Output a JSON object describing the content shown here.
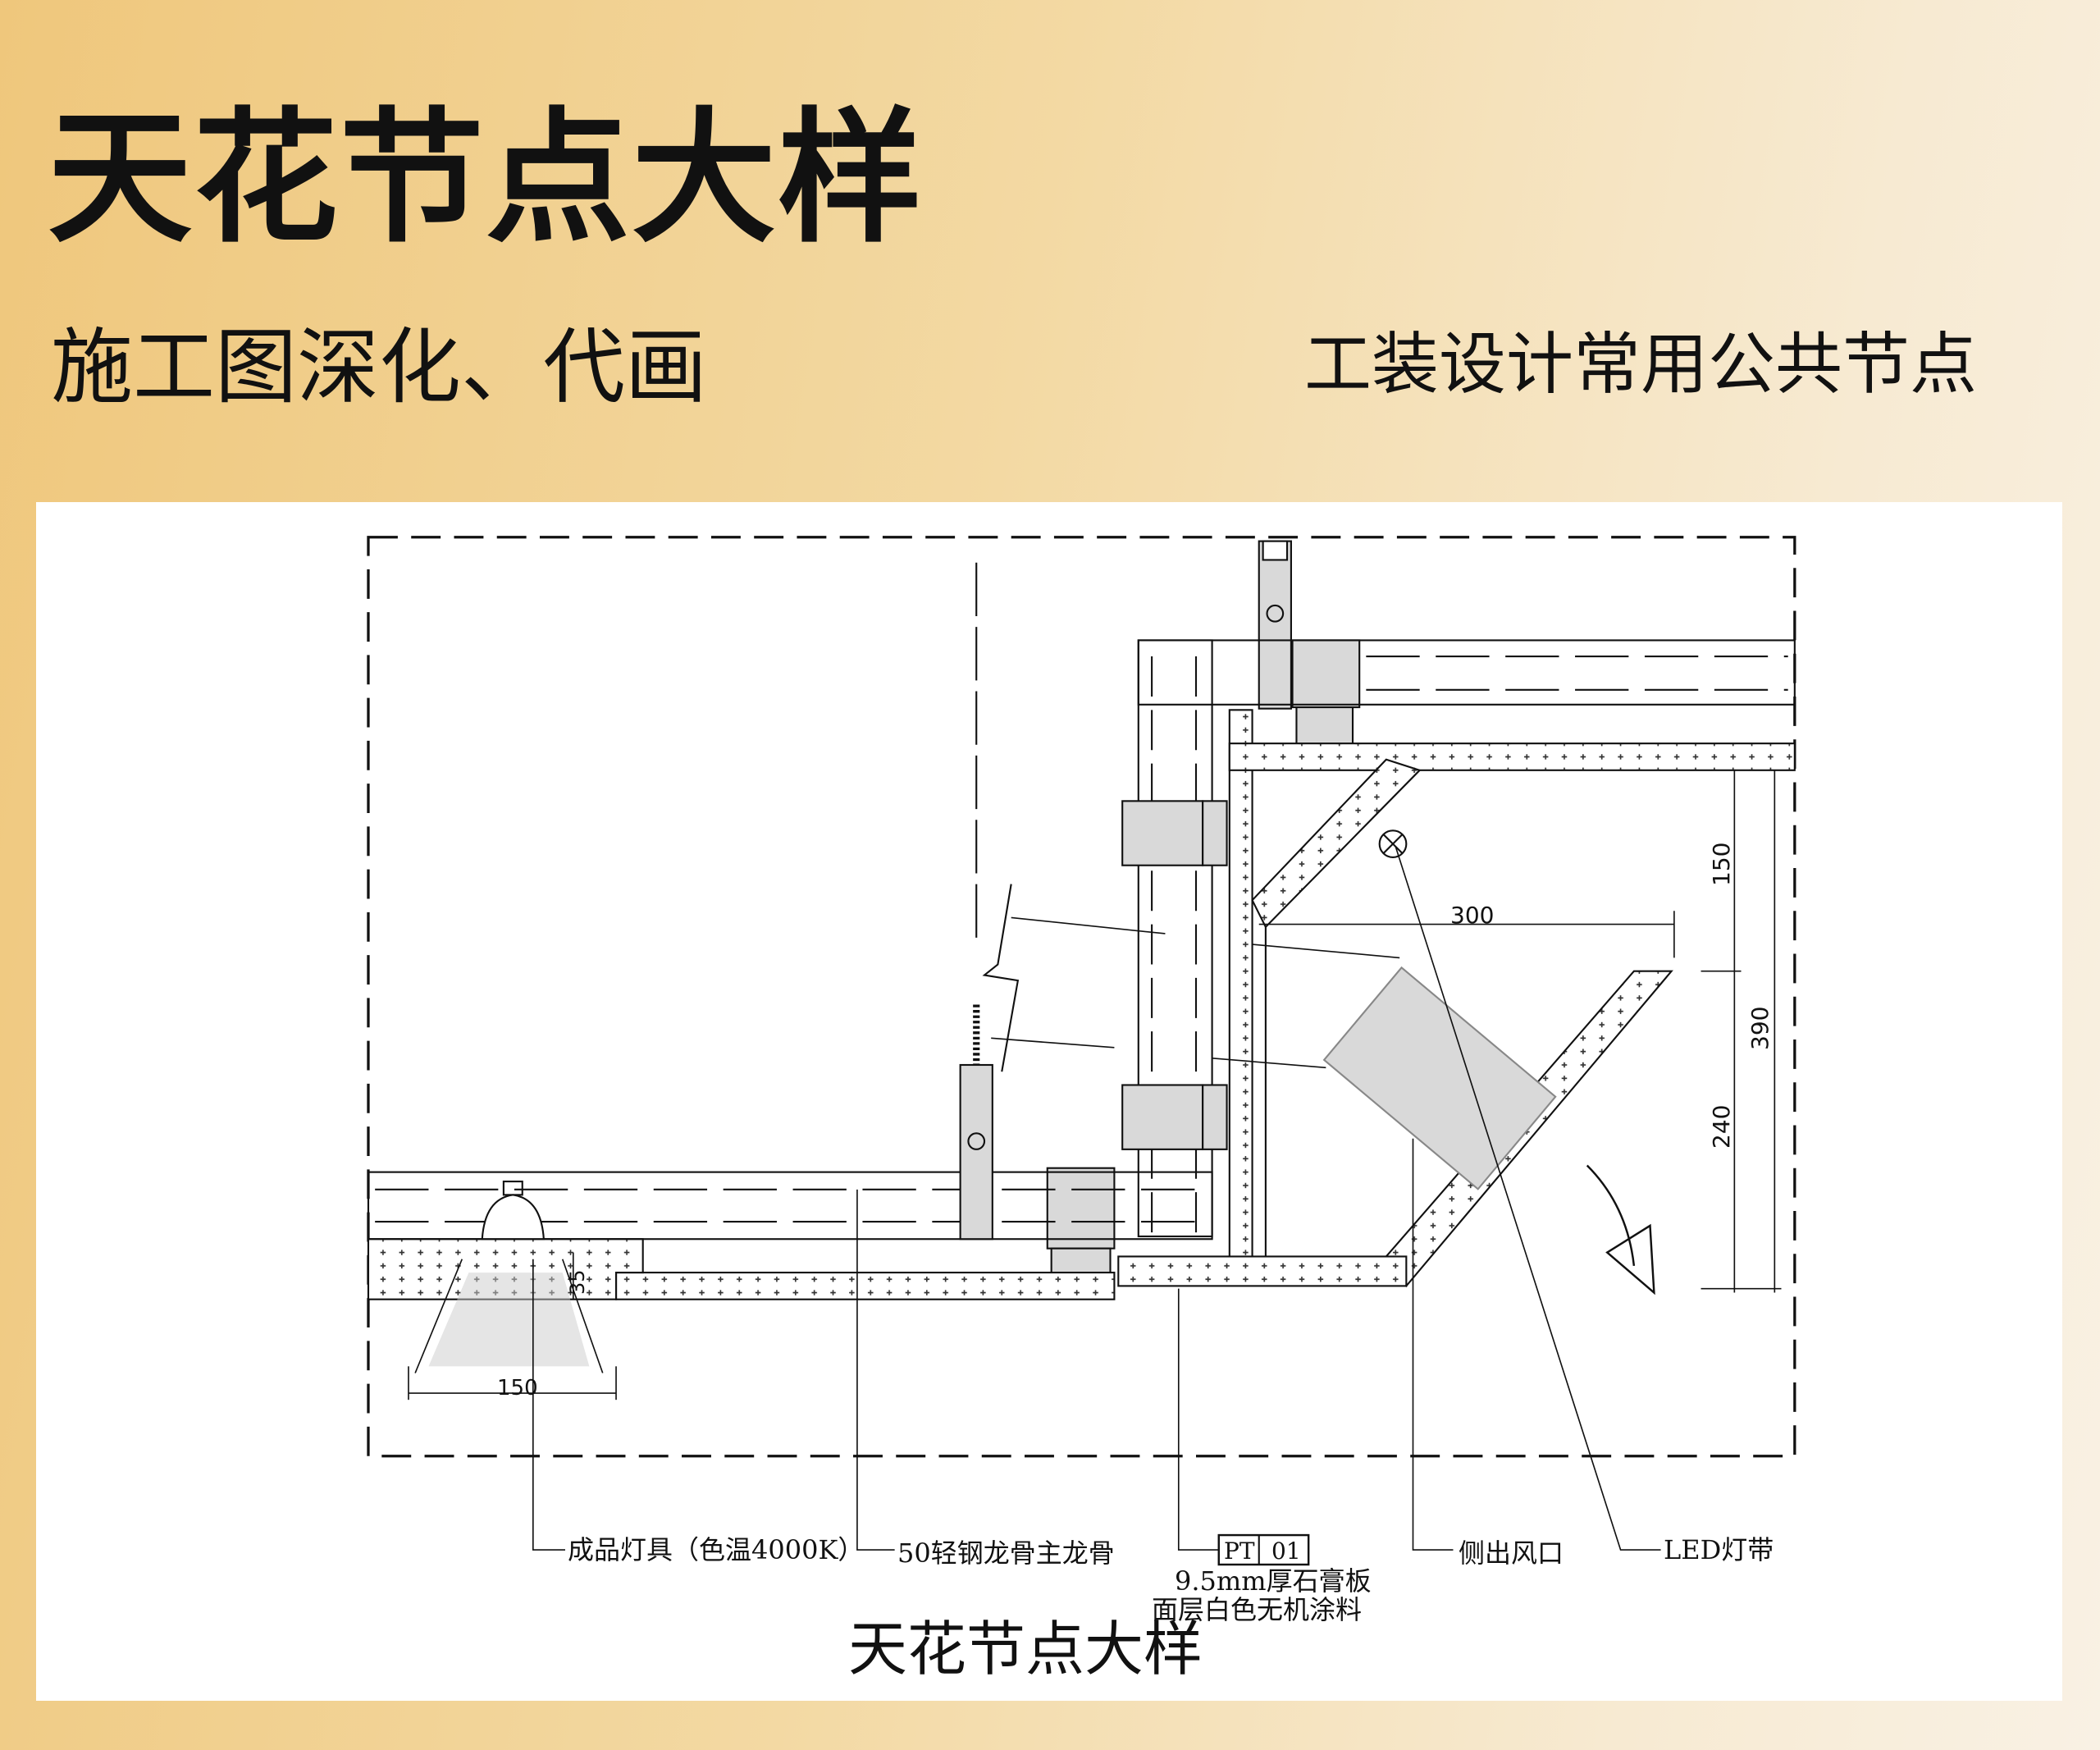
{
  "header": {
    "title": "天花节点大样",
    "subtitle": "施工图深化、代画",
    "tagline": "工装设计常用公共节点"
  },
  "drawing": {
    "title": "天花节点大样",
    "dimensions": {
      "horizontal_300": "300",
      "vertical_150": "150",
      "vertical_240": "240",
      "vertical_390": "390",
      "lamp_width_150": "150",
      "lamp_depth_35": "35"
    },
    "labels": {
      "light_fixture": "成品灯具（色温4000K）",
      "main_keel": "50轻钢龙骨主龙骨",
      "material_tag_code": "PT",
      "material_tag_number": "01",
      "gypsum_board": "9.5mm厚石膏板",
      "finish": "面层白色无机涂料",
      "side_vent": "侧出风口",
      "led_strip": "LED灯带"
    }
  },
  "colors": {
    "accent_gold": "#efc77c",
    "component_gray": "#d9d9d9"
  }
}
